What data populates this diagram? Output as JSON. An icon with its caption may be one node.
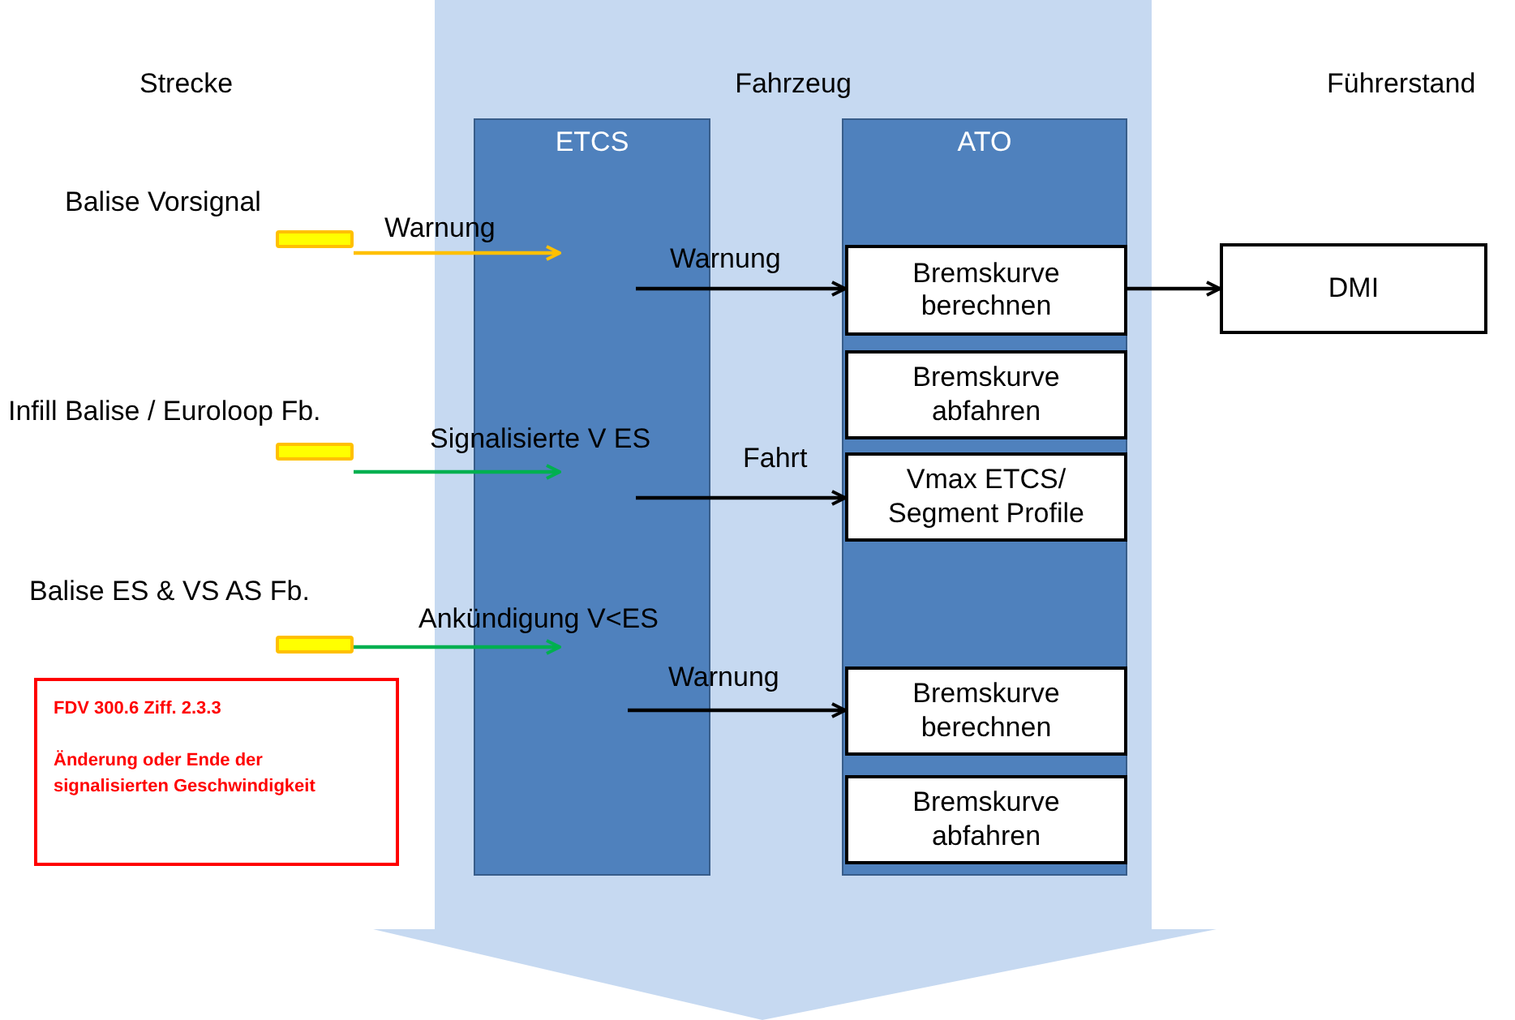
{
  "diagram": {
    "nodes": [
      {
        "text": [
          "Fahrzeug"
        ]
      },
      {
        "text": [
          "ETCS"
        ],
        "in": 0
      },
      {
        "text": [
          "ATO"
        ],
        "in": 0
      },
      {
        "text": [
          "Bremskurve berechnen"
        ],
        "in": 2
      },
      {
        "text": [
          "Bremskurve abfahren"
        ],
        "in": 2
      },
      {
        "text": [
          "Vmax ETCS/ Segment Profile"
        ],
        "in": 2
      },
      {
        "text": [
          "Bremskurve berechnen"
        ],
        "in": 2
      },
      {
        "text": [
          "Bremskurve abfahren"
        ],
        "in": 2
      },
      {
        "text": [
          "DMI"
        ]
      },
      {
        "text": [
          "Balise Vorsignal"
        ]
      },
      {
        "text": [
          "Infill Balise / Euroloop Fb."
        ]
      },
      {
        "text": [
          "Balise ES & VS AS Fb."
        ]
      },
      {
        "text": [
          "FDV 300.6 Ziff. 2.3.3",
          "Änderung oder Ende der signalisierten Geschwindigkeit"
        ]
      }
    ],
    "edges": [
      {
        "from": 9,
        "to": 1,
        "arrow": "to",
        "label": "Warnung",
        "color": "#ffc000"
      },
      {
        "from": 10,
        "to": 1,
        "arrow": "to",
        "label": "Signalisierte V ES",
        "color": "#00b050"
      },
      {
        "from": 11,
        "to": 1,
        "arrow": "to",
        "label": "Ankündigung V<ES",
        "color": "#00b050"
      },
      {
        "from": 1,
        "to": 3,
        "arrow": "to",
        "label": "Warnung"
      },
      {
        "from": 1,
        "to": 5,
        "arrow": "to",
        "label": "Fahrt"
      },
      {
        "from": 1,
        "to": 6,
        "arrow": "to",
        "label": "Warnung"
      },
      {
        "from": 3,
        "to": 8,
        "arrow": "to"
      }
    ],
    "labels": [
      "Strecke",
      "Führerstand"
    ]
  }
}
